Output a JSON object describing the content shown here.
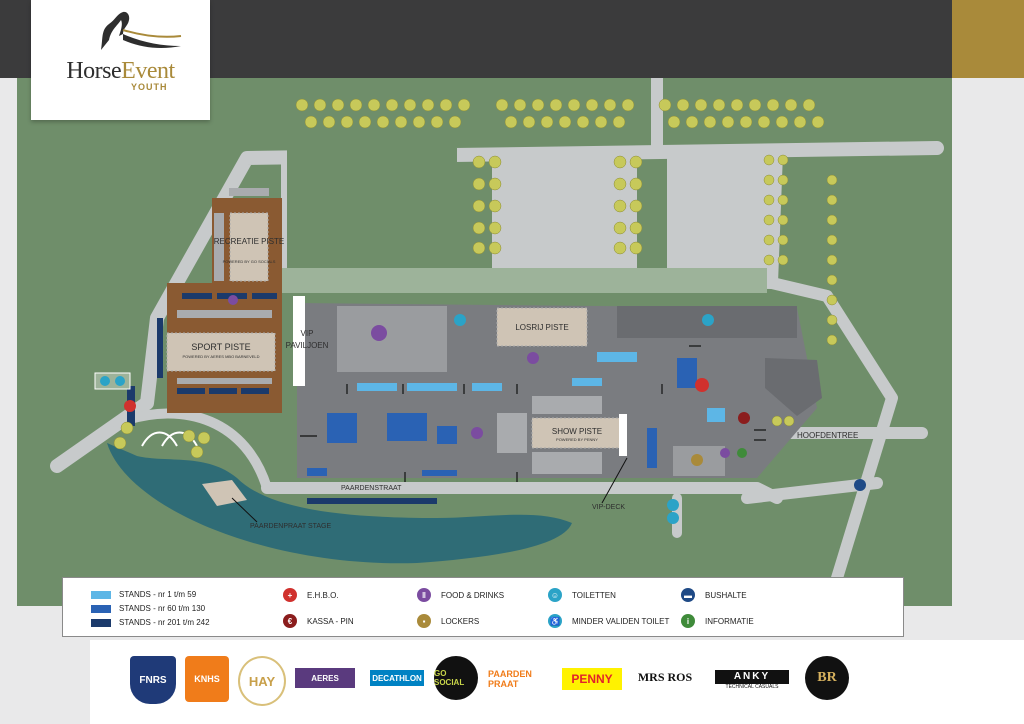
{
  "brand": {
    "logo_part1": "Horse",
    "logo_part2": "Event",
    "logo_sub": "YOUTH"
  },
  "colors": {
    "grass": "#6f8e6a",
    "road": "#c7cacb",
    "building": "#7a7c80",
    "piste": "#cfc4b5",
    "stable": "#8a5a32",
    "water": "#2f6c76",
    "tree": "#c7c95a",
    "stand_light": "#5db6e6",
    "stand_mid": "#2a62b4",
    "stand_dark": "#1b3a6b",
    "gold": "#a98a3a"
  },
  "map": {
    "recreatie_piste": "RECREATIE PISTE",
    "recreatie_sub": "POWERED BY GO SOCIALS",
    "sport_piste": "SPORT PISTE",
    "sport_sub": "POWERED BY AERES MBO BARNEVELD",
    "losrij_piste": "LOSRIJ PISTE",
    "show_piste": "SHOW PISTE",
    "show_sub": "POWERED BY PENNY",
    "vip_pavilion_1": "VIP",
    "vip_pavilion_2": "PAVILJOEN",
    "paardenstraat": "PAARDENSTRAAT",
    "hoofdentree": "HOOFDENTREE",
    "vip_deck": "VIP-DECK",
    "stage": "PAARDENPRAAT STAGE"
  },
  "legend": {
    "stands_1": "STANDS - nr 1 t/m 59",
    "stands_2": "STANDS - nr 60 t/m 130",
    "stands_3": "STANDS - nr 201 t/m 242",
    "ehbo": "E.H.B.O.",
    "kassa": "KASSA - PIN",
    "food": "FOOD & DRINKS",
    "lockers": "LOCKERS",
    "toiletten": "TOILETTEN",
    "mv_toilet": "MINDER VALIDEN TOILET",
    "bushalte": "BUSHALTE",
    "informatie": "INFORMATIE"
  },
  "icons": {
    "ehbo": "first-aid-icon",
    "kassa": "euro-icon",
    "food": "cutlery-icon",
    "lockers": "lock-icon",
    "toilet": "toilet-icon",
    "accessible": "wheelchair-icon",
    "bus": "bus-icon",
    "info": "info-icon"
  },
  "sponsors": {
    "fnrs": "FNRS",
    "knhs": "KNHS",
    "hay": "HAY",
    "aeres": "AERES",
    "decathlon": "DECATHLON",
    "gosocial": "GO SOCIAL",
    "paardenpraat": "PAARDEN PRAAT",
    "penny": "PENNY",
    "mrsros": "MRS ROS",
    "anky": "ANKY",
    "anky_sub": "TECHNICAL CASUALS",
    "br": "BR"
  }
}
